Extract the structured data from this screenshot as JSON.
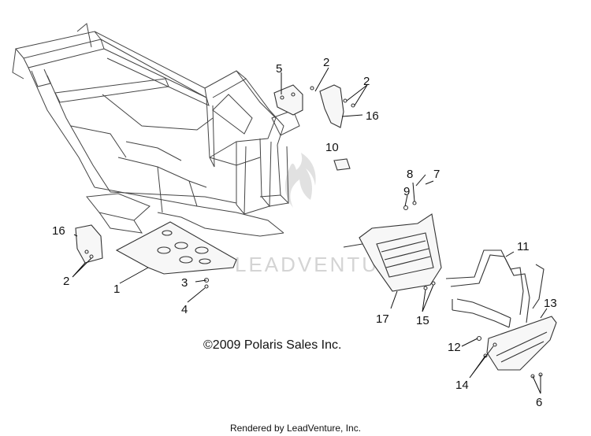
{
  "watermark": "LEADVENTURE",
  "copyright": "©2009 Polaris Sales Inc.",
  "footer": "Rendered by LeadVenture, Inc.",
  "callouts": {
    "c1": "1",
    "c2a": "2",
    "c2b": "2",
    "c2c": "2",
    "c3": "3",
    "c4": "4",
    "c5": "5",
    "c6": "6",
    "c7": "7",
    "c8": "8",
    "c9": "9",
    "c10": "10",
    "c11": "11",
    "c12": "12",
    "c13": "13",
    "c14": "14",
    "c15": "15",
    "c16a": "16",
    "c16b": "16",
    "c17": "17"
  }
}
